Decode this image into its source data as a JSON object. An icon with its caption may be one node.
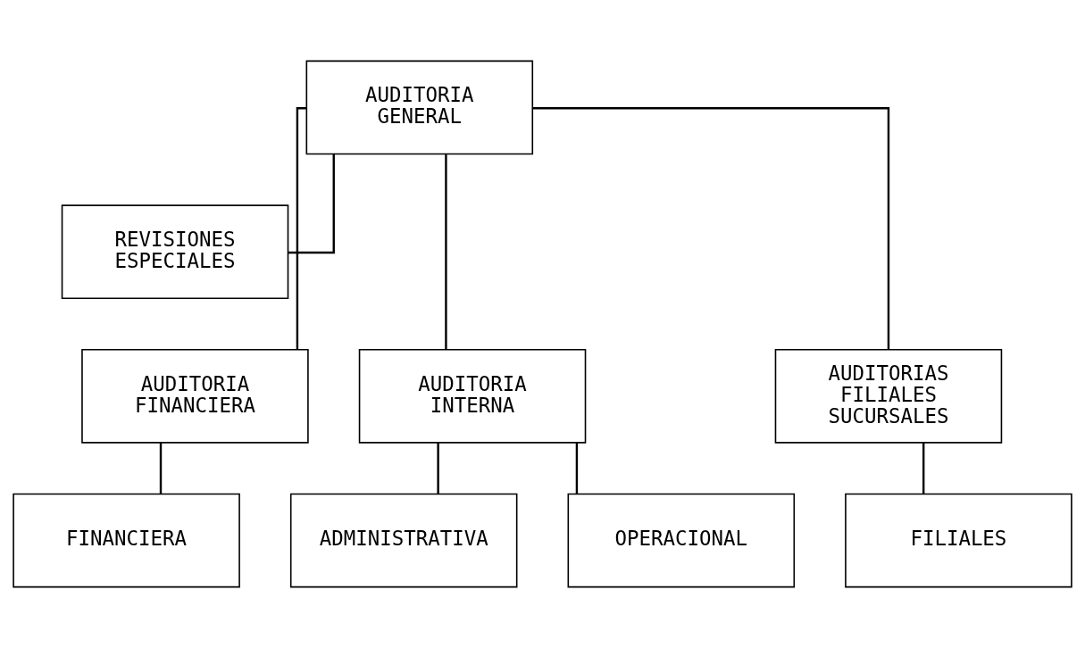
{
  "diagram": {
    "nodes": [
      {
        "text": [
          "AUDITORIA GENERAL"
        ]
      },
      {
        "text": [
          "REVISIONES ESPECIALES"
        ]
      },
      {
        "text": [
          "AUDITORIA FINANCIERA"
        ]
      },
      {
        "text": [
          "AUDITORIA INTERNA"
        ]
      },
      {
        "text": [
          "AUDITORIAS FILIALES SUCURSALES"
        ]
      },
      {
        "text": [
          "FINANCIERA"
        ]
      },
      {
        "text": [
          "ADMINISTRATIVA"
        ]
      },
      {
        "text": [
          "OPERACIONAL"
        ]
      },
      {
        "text": [
          "FILIALES"
        ]
      }
    ],
    "edges": [
      {
        "from": 0,
        "to": 1,
        "arrow": "none"
      },
      {
        "from": 0,
        "to": 2,
        "arrow": "none"
      },
      {
        "from": 0,
        "to": 3,
        "arrow": "none"
      },
      {
        "from": 0,
        "to": 4,
        "arrow": "none"
      },
      {
        "from": 2,
        "to": 5,
        "arrow": "none"
      },
      {
        "from": 3,
        "to": 6,
        "arrow": "none"
      },
      {
        "from": 3,
        "to": 7,
        "arrow": "none"
      },
      {
        "from": 4,
        "to": 8,
        "arrow": "none"
      }
    ]
  }
}
